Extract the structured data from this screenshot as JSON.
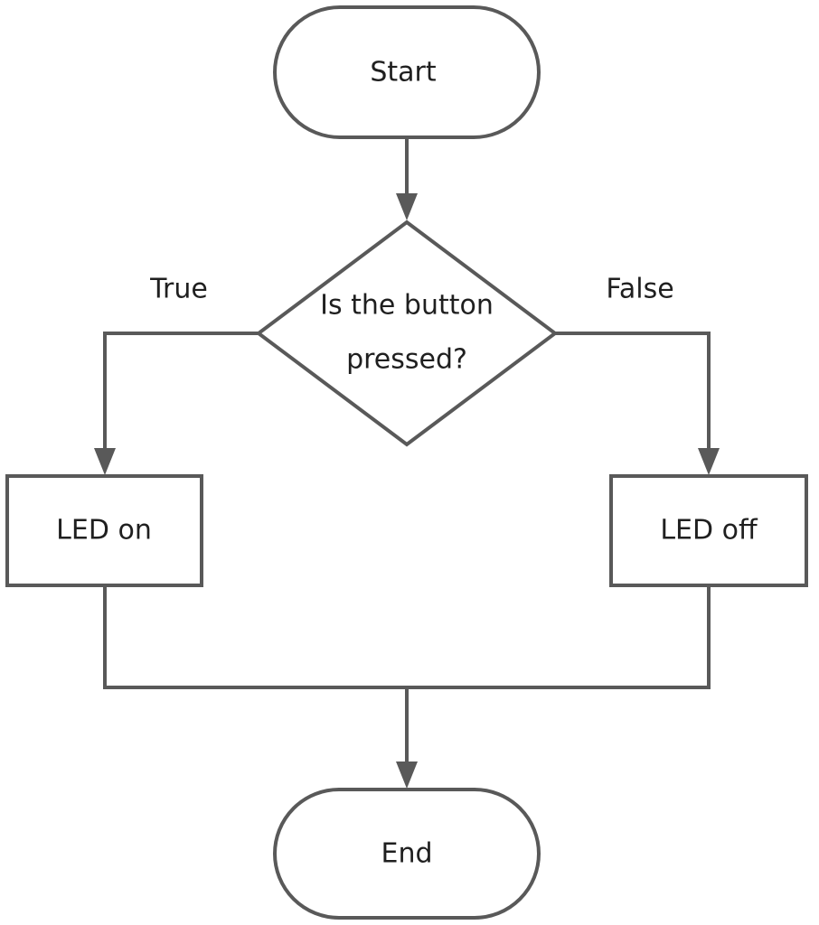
{
  "diagram": {
    "start": "Start",
    "decision_line1": "Is the button",
    "decision_line2": "pressed?",
    "true_label": "True",
    "false_label": "False",
    "led_on": "LED on",
    "led_off": "LED off",
    "end": "End"
  }
}
